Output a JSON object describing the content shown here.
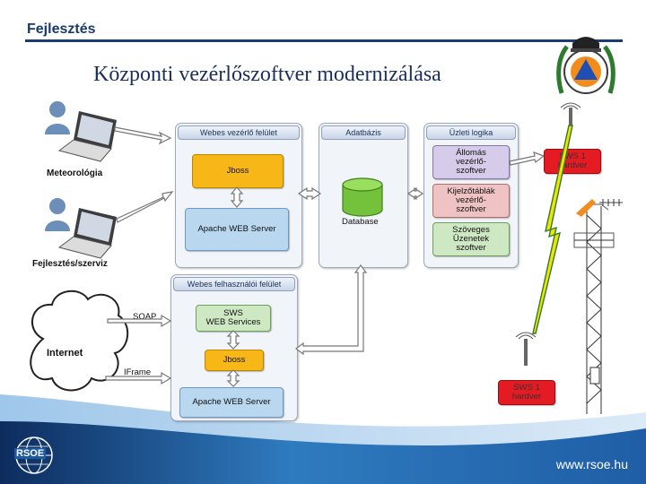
{
  "header": {
    "section": "Fejlesztés"
  },
  "title": "Központi vezérlőszoftver modernizálása",
  "left": {
    "meteorologia": "Meteorológia",
    "fejlesztes": "Fejlesztés/szerviz",
    "soap": "SOAP",
    "internet": "Internet",
    "iframe": "IFrame"
  },
  "panels": {
    "admin": {
      "title": "Webes vezérlő felület",
      "jboss": "Jboss",
      "apache": "Apache WEB Server"
    },
    "db": {
      "title": "Adatbázis",
      "database": "Database"
    },
    "logic": {
      "title": "Üzleti logika",
      "b1": "Állomás\nvezérlő-\nszoftver",
      "b2": "Kijelzőtáblák\nvezérlő-\nszoftver",
      "b3": "Szöveges\nÜzenetek\nszoftver"
    },
    "user": {
      "title": "Webes felhasználói felület",
      "sws": "SWS\nWEB Services",
      "jboss": "Jboss",
      "apache": "Apache WEB Server"
    }
  },
  "hardware": {
    "top": "SWS 1\nhardver",
    "bottom": "SWS 1\nhardver"
  },
  "footer": {
    "logo": "RSOE",
    "url": "www.rsoe.hu"
  },
  "colors": {
    "navy": "#1c3d73",
    "jboss": "#f7b817",
    "apache": "#b9d8f0",
    "red": "#e51b23"
  },
  "icons": [
    "user-icon",
    "laptop-icon",
    "cloud-icon",
    "database-cylinder-icon",
    "antenna-icon",
    "lightning-icon",
    "mast-icon",
    "emblem-icon",
    "globe-logo-icon"
  ]
}
